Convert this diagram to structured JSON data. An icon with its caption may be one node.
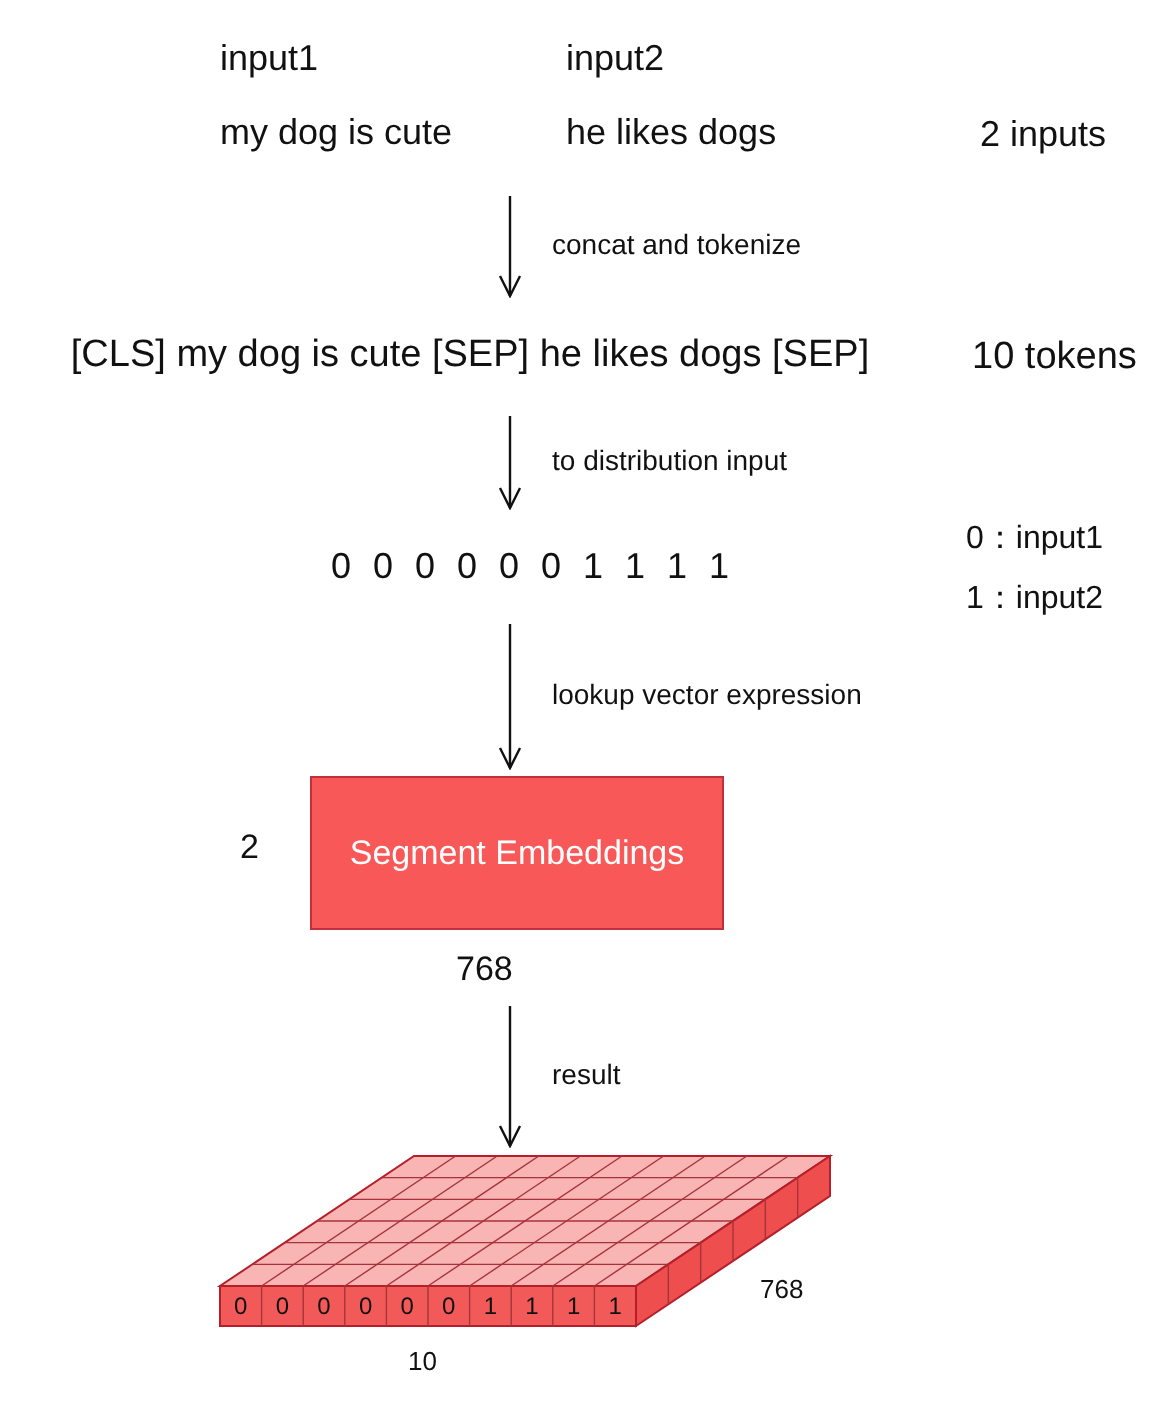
{
  "diagram": {
    "nodes": [
      {
        "text": [
          "input1",
          "my dog is cute"
        ]
      },
      {
        "text": [
          "input2",
          "he likes dogs"
        ]
      },
      {
        "text": [
          "[CLS] my dog is cute [SEP] he likes dogs [SEP]"
        ],
        "beside": [
          "10 tokens"
        ]
      },
      {
        "text": [
          "0 0 0 0 0 0 1 1 1 1"
        ]
      },
      {
        "text": [
          "Segment Embeddings"
        ],
        "beside": [
          "2",
          "768"
        ]
      },
      {
        "text": [
          "0",
          "0",
          "0",
          "0",
          "0",
          "0",
          "1",
          "1",
          "1",
          "1"
        ],
        "beside": [
          "768",
          "10"
        ]
      }
    ],
    "edges": [
      {
        "from": null,
        "to": 2,
        "arrow": "to",
        "label": "concat and tokenize"
      },
      {
        "from": 2,
        "to": 3,
        "arrow": "to",
        "label": "to distribution input"
      },
      {
        "from": 3,
        "to": 4,
        "arrow": "to",
        "label": "lookup vector expression"
      },
      {
        "from": 4,
        "to": 5,
        "arrow": "to",
        "label": "result"
      }
    ],
    "labels": [
      "2 inputs",
      "0：input1",
      "1：input2"
    ]
  }
}
